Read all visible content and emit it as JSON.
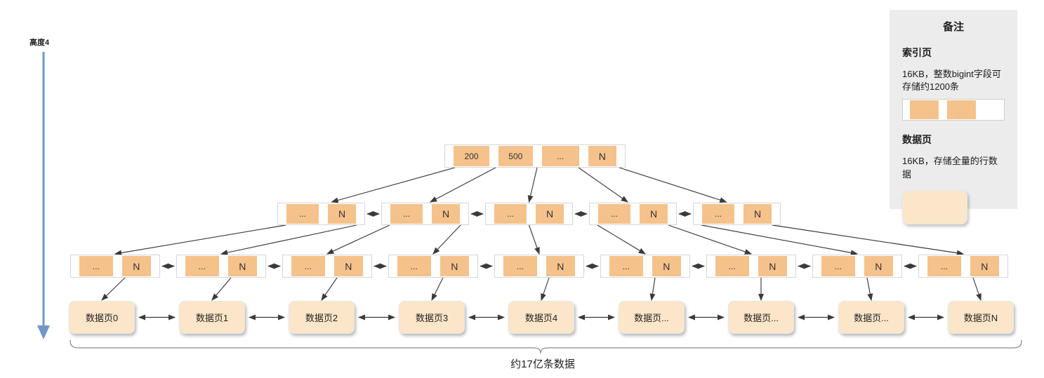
{
  "page": {
    "height_label": "高度4",
    "bottom_label": "约17亿条数据"
  },
  "tree": {
    "root_cells": [
      "200",
      "500",
      "...",
      "N"
    ],
    "internal_cells": [
      "...",
      "N"
    ],
    "level2_count": 5,
    "level3_count": 9,
    "data_pages": [
      "数据页0",
      "数据页1",
      "数据页2",
      "数据页3",
      "数据页4",
      "数据页...",
      "数据页...",
      "数据页...",
      "数据页N"
    ]
  },
  "legend": {
    "title": "备注",
    "index_heading": "索引页",
    "index_desc": "16KB，整数bigint字段可存储约1200条",
    "data_heading": "数据页",
    "data_desc": "16KB，存储全量的行数据"
  },
  "colors": {
    "cell_fill": "#f5c28c",
    "page_fill": "#fce6c9",
    "legend_bg": "#ececec",
    "arrow": "#3a3a3a",
    "height_arrow": "#6f97c9",
    "brace": "#8c8c8c"
  }
}
